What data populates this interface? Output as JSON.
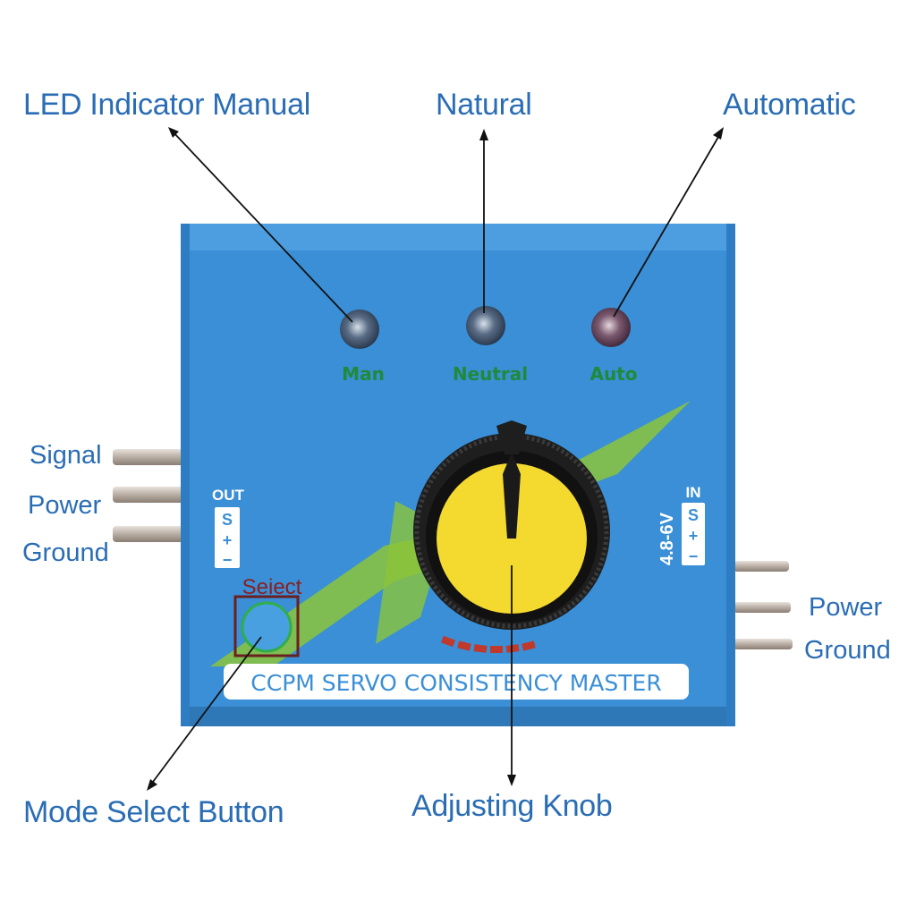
{
  "callouts": {
    "led_indicator_manual": "LED Indicator Manual",
    "natural": "Natural",
    "automatic": "Automatic",
    "mode_select_button": "Mode Select Button",
    "adjusting_knob": "Adjusting Knob"
  },
  "left_pins": {
    "signal": "Signal",
    "power": "Power",
    "ground": "Ground"
  },
  "right_pins": {
    "power": "Power",
    "ground": "Ground"
  },
  "device": {
    "led_labels": {
      "man": "Man",
      "neutral": "Neutral",
      "auto": "Auto"
    },
    "out_label": "OUT",
    "in_label": "IN",
    "voltage_label": "4.8-6V",
    "pin_s": "S",
    "pin_plus": "+",
    "pin_minus": "−",
    "select_label": "Seiect",
    "product_name": "CCPM SERVO CONSISTENCY MASTER"
  },
  "colors": {
    "callout_text": "#2a6db4",
    "body_blue": "#3b8fd4",
    "led_label_green": "#1f8a3a",
    "knob_yellow": "#f4d92e",
    "stripe_green": "#7fbf2a"
  }
}
